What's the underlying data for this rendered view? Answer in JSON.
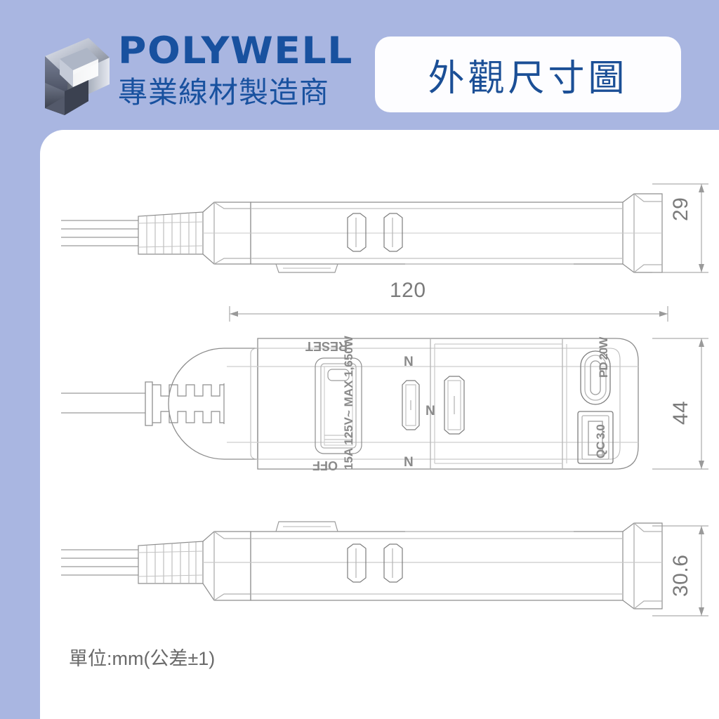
{
  "header": {
    "logo_icon": "polywell-p-logo",
    "brand": "POLYWELL",
    "tagline": "專業線材製造商",
    "title": "外觀尺寸圖"
  },
  "panel": {
    "unit_note": "單位:mm(公差±1)"
  },
  "drawing": {
    "views": [
      {
        "name": "top-view",
        "dimension_label": "29",
        "position": "top"
      },
      {
        "name": "front-view",
        "dimension_label": "44",
        "position": "middle"
      },
      {
        "name": "bottom-view",
        "dimension_label": "30.6",
        "position": "bottom"
      }
    ],
    "length_dimension": "120",
    "silkscreen": {
      "reset": "RESET",
      "off": "OFF",
      "rating": "15A 125V~ MAX 1,650W",
      "neutral_marks": [
        "N",
        "N",
        "N"
      ],
      "usb_c_label": "PD 20W",
      "usb_a_label": "QC 3.0"
    }
  },
  "colors": {
    "background": "#a9b6e1",
    "panel": "#ffffff",
    "brand_blue": "#18519f",
    "title_blue": "#1b4f96",
    "line_gray": "#8e8e8e",
    "dim_gray": "#7b7b7b",
    "note_gray": "#6a6a6a"
  }
}
